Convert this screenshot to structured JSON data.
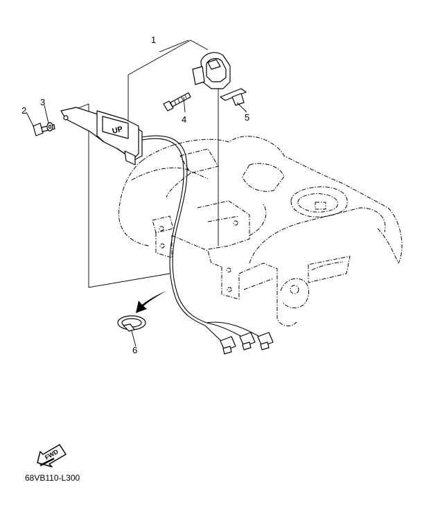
{
  "callouts": [
    {
      "id": "1",
      "text": "1"
    },
    {
      "id": "2",
      "text": "2"
    },
    {
      "id": "3",
      "text": "3"
    },
    {
      "id": "4",
      "text": "4"
    },
    {
      "id": "5",
      "text": "5"
    },
    {
      "id": "6",
      "text": "6"
    }
  ],
  "switch_label": "UP",
  "fwd_label": "FWD",
  "diagram_code": "68VB110-L300"
}
